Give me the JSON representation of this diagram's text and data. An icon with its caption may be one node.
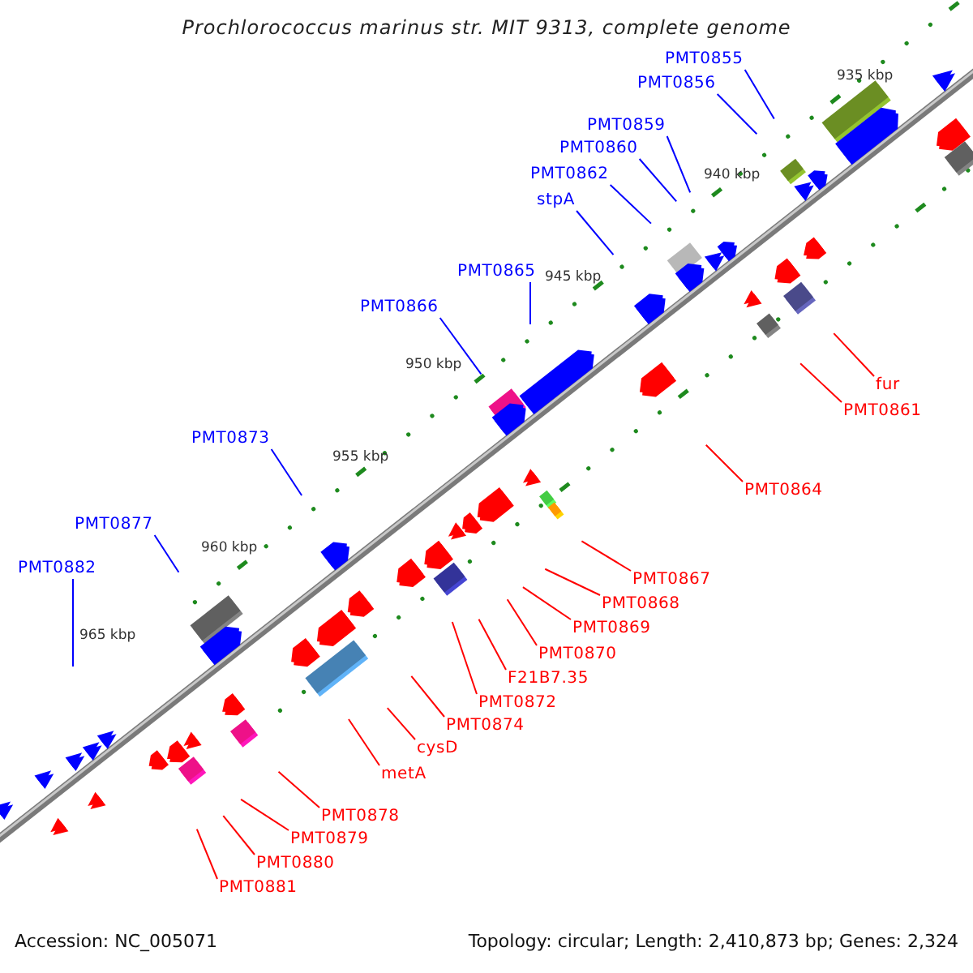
{
  "diagram": {
    "title": "Prochlorococcus marinus str. MIT 9313, complete genome",
    "nodes": [
      {
        "text": [
          "PMT0855"
        ]
      },
      {
        "text": [
          "PMT0856"
        ]
      },
      {
        "text": [
          "PMT0859"
        ]
      },
      {
        "text": [
          "PMT0860"
        ]
      },
      {
        "text": [
          "PMT0862"
        ]
      },
      {
        "text": [
          "stpA"
        ]
      },
      {
        "text": [
          "PMT0865"
        ]
      },
      {
        "text": [
          "PMT0866"
        ]
      },
      {
        "text": [
          "fur"
        ]
      },
      {
        "text": [
          "PMT0861"
        ]
      },
      {
        "text": [
          "PMT0873"
        ]
      },
      {
        "text": [
          "PMT0864"
        ]
      },
      {
        "text": [
          "PMT0877"
        ]
      },
      {
        "text": [
          "PMT0882"
        ]
      },
      {
        "text": [
          "PMT0867"
        ]
      },
      {
        "text": [
          "PMT0868"
        ]
      },
      {
        "text": [
          "PMT0869"
        ]
      },
      {
        "text": [
          "PMT0870"
        ]
      },
      {
        "text": [
          "F21B7.35"
        ]
      },
      {
        "text": [
          "PMT0872"
        ]
      },
      {
        "text": [
          "PMT0874"
        ]
      },
      {
        "text": [
          "cysD"
        ]
      },
      {
        "text": [
          "metA"
        ]
      },
      {
        "text": [
          "PMT0878"
        ]
      },
      {
        "text": [
          "PMT0879"
        ]
      },
      {
        "text": [
          "PMT0880"
        ]
      },
      {
        "text": [
          "PMT0881"
        ]
      }
    ],
    "edges": [
      {
        "from": 0,
        "to": null,
        "arrow": "none",
        "color": "#0000ff"
      },
      {
        "from": 1,
        "to": null,
        "arrow": "none",
        "color": "#0000ff"
      },
      {
        "from": 2,
        "to": null,
        "arrow": "none",
        "color": "#0000ff"
      },
      {
        "from": 3,
        "to": null,
        "arrow": "none",
        "color": "#0000ff"
      },
      {
        "from": 4,
        "to": null,
        "arrow": "none",
        "color": "#0000ff"
      },
      {
        "from": 5,
        "to": null,
        "arrow": "none",
        "color": "#0000ff"
      },
      {
        "from": 6,
        "to": null,
        "arrow": "none",
        "color": "#0000ff"
      },
      {
        "from": 7,
        "to": null,
        "arrow": "none",
        "color": "#0000ff"
      },
      {
        "from": 8,
        "to": null,
        "arrow": "none"
      },
      {
        "from": 9,
        "to": null,
        "arrow": "none"
      },
      {
        "from": 10,
        "to": null,
        "arrow": "none",
        "color": "#0000ff"
      },
      {
        "from": 11,
        "to": null,
        "arrow": "none"
      },
      {
        "from": 12,
        "to": null,
        "arrow": "none",
        "color": "#0000ff"
      },
      {
        "from": 13,
        "to": null,
        "arrow": "none",
        "color": "#0000ff"
      },
      {
        "from": 14,
        "to": null,
        "arrow": "none"
      },
      {
        "from": 15,
        "to": null,
        "arrow": "none"
      },
      {
        "from": 16,
        "to": null,
        "arrow": "none"
      },
      {
        "from": 17,
        "to": null,
        "arrow": "none"
      },
      {
        "from": 18,
        "to": null,
        "arrow": "none"
      },
      {
        "from": 19,
        "to": null,
        "arrow": "none"
      },
      {
        "from": 20,
        "to": null,
        "arrow": "none"
      },
      {
        "from": 21,
        "to": null,
        "arrow": "none"
      },
      {
        "from": 22,
        "to": null,
        "arrow": "none"
      },
      {
        "from": 23,
        "to": null,
        "arrow": "none"
      },
      {
        "from": 24,
        "to": null,
        "arrow": "none"
      },
      {
        "from": 25,
        "to": null,
        "arrow": "none"
      },
      {
        "from": 26,
        "to": null,
        "arrow": "none"
      }
    ],
    "labels": [
      "935 kbp",
      "940 kbp",
      "945 kbp",
      "950 kbp",
      "955 kbp",
      "960 kbp",
      "965 kbp",
      "Accession: NC_005071",
      "Topology: circular; Length: 2,410,873 bp; Genes: 2,324"
    ]
  }
}
